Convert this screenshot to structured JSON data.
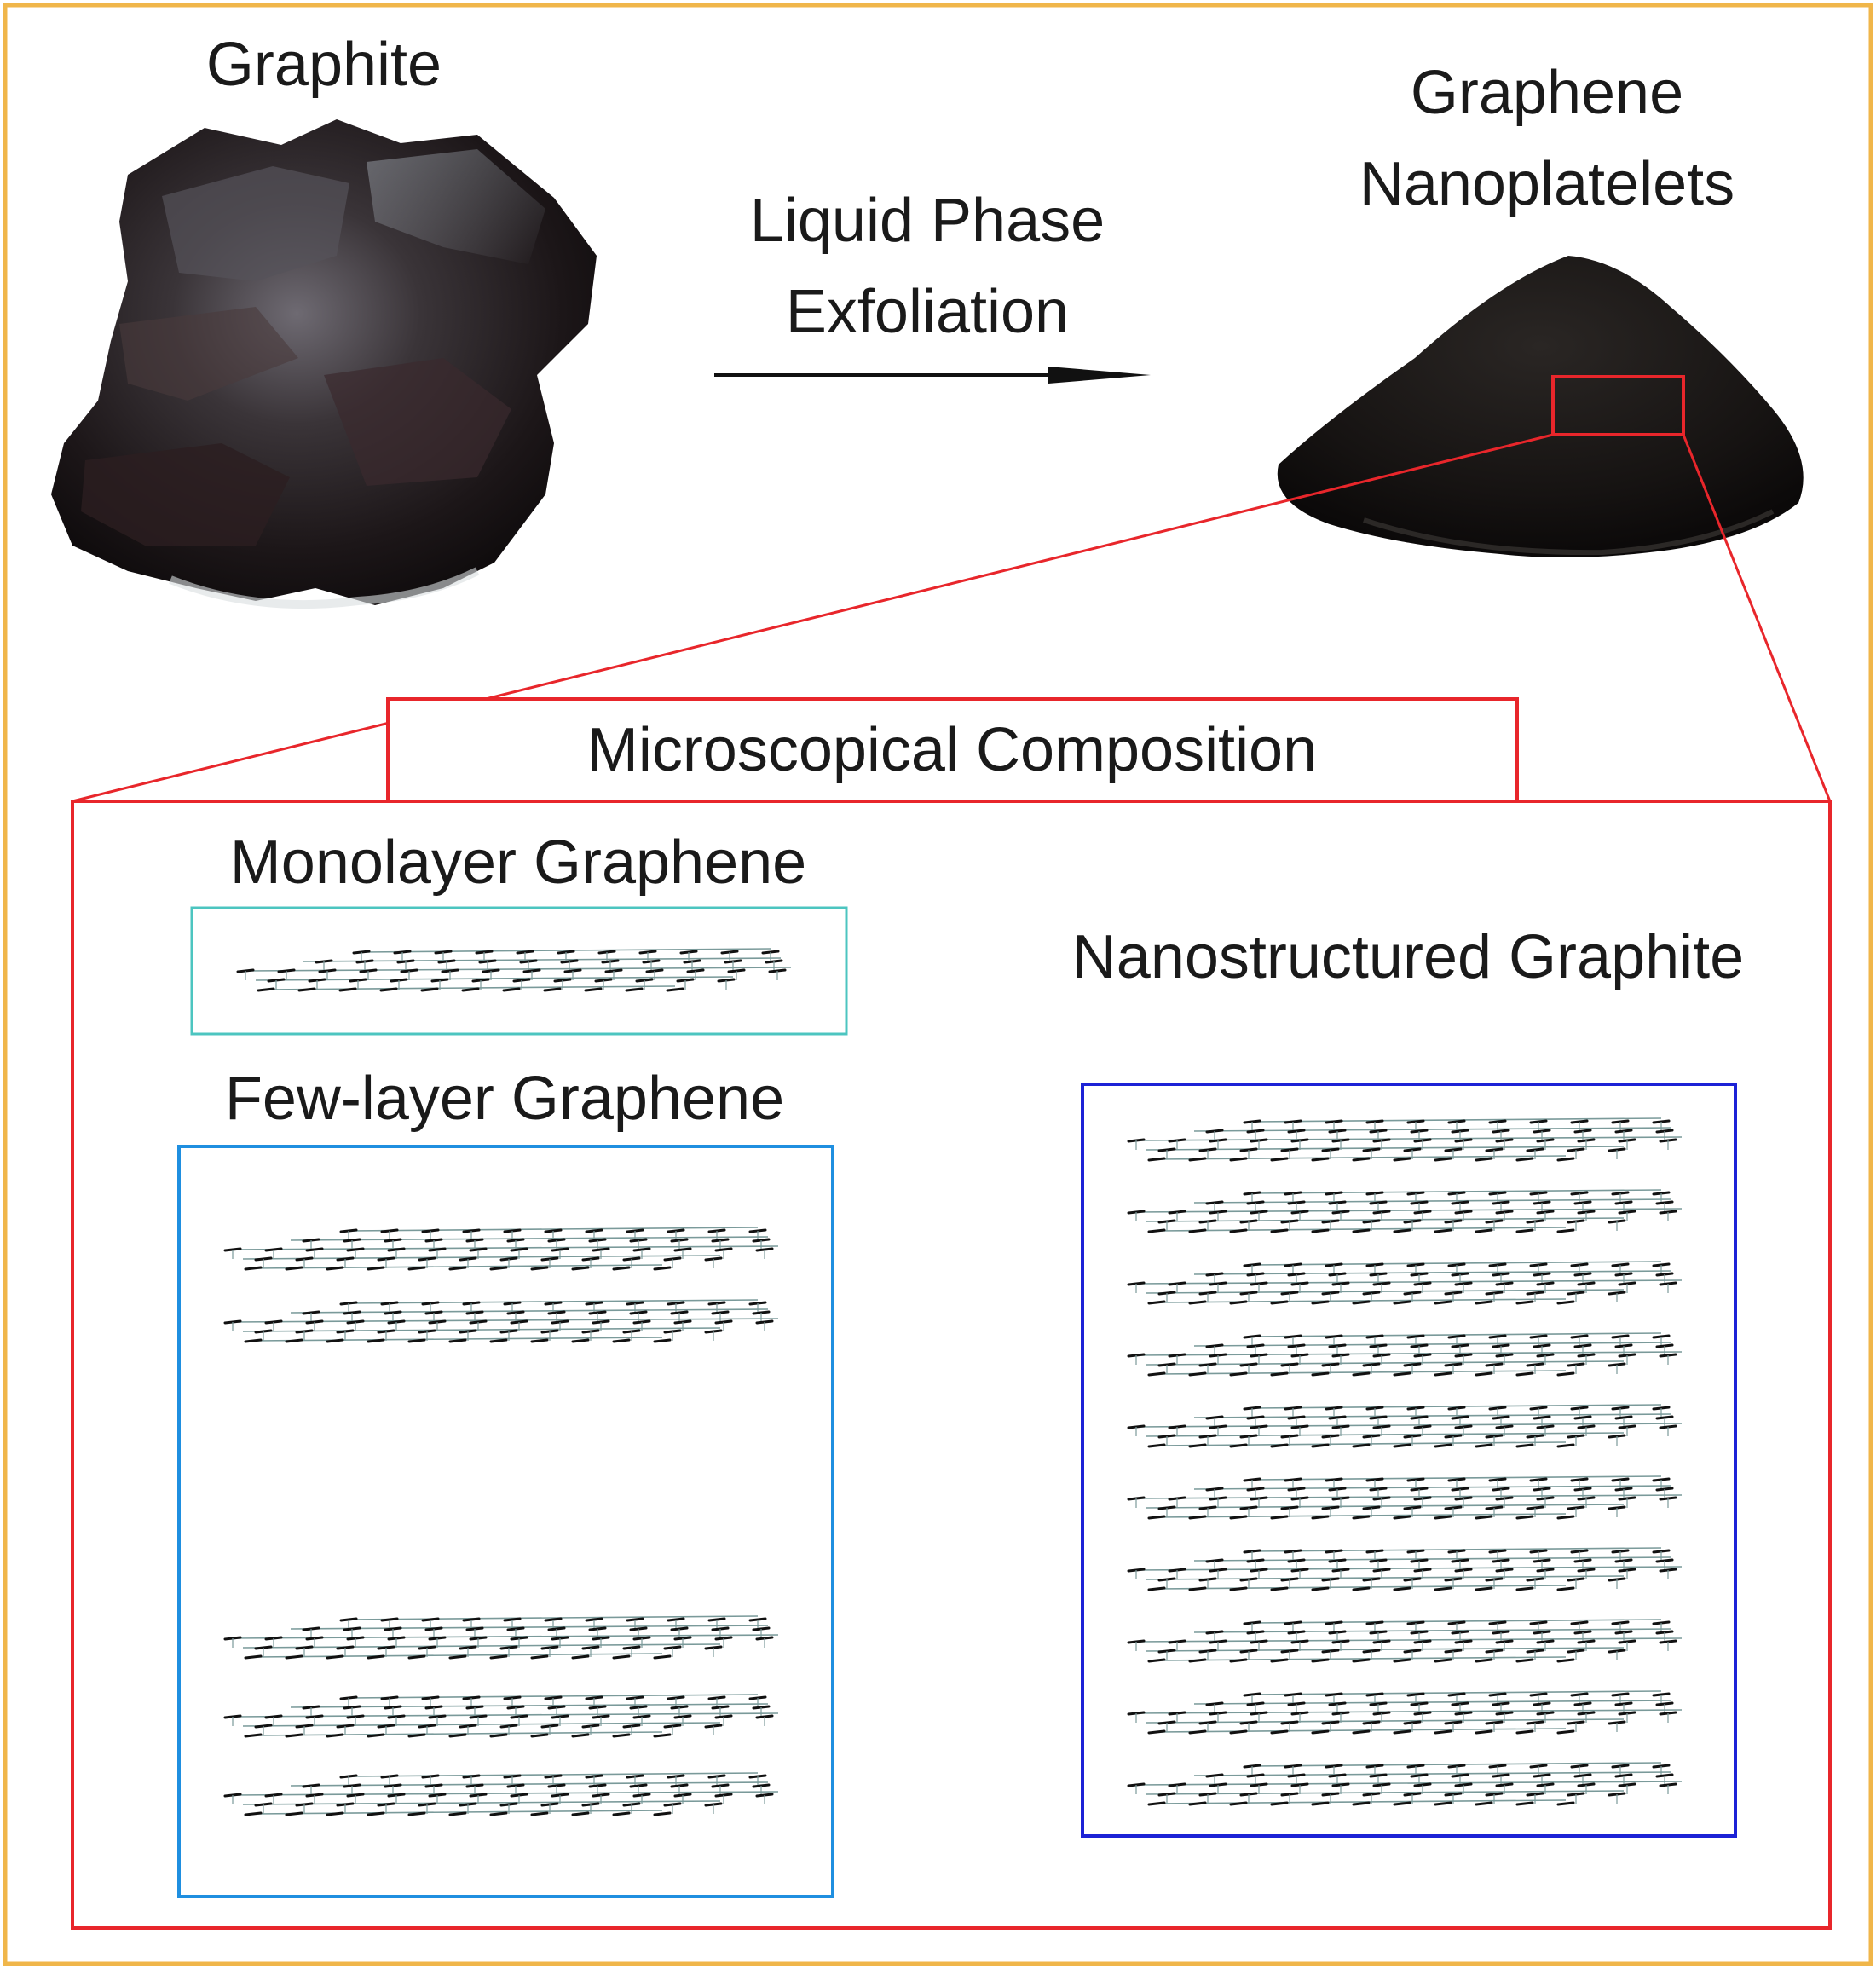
{
  "labels": {
    "graphite": "Graphite",
    "process_line1": "Liquid Phase",
    "process_line2": "Exfoliation",
    "product_line1": "Graphene",
    "product_line2": "Nanoplatelets",
    "composition_title": "Microscopical Composition",
    "monolayer": "Monolayer Graphene",
    "few_layer": "Few-layer Graphene",
    "nanostructured": "Nanostructured Graphite"
  },
  "layers": {
    "monolayer_count": 1,
    "few_layer_groups": [
      2,
      3
    ],
    "nanostructured_count": 10
  },
  "colors": {
    "frame": "#f0b64a",
    "zoom": "#e8262b",
    "monolayer_box": "#4cc5c0",
    "few_layer_box": "#1f8fe0",
    "nanostructured_box": "#1c22d6",
    "text": "#1a1a1a",
    "lattice_bond": "#7a9a9a",
    "lattice_atom": "#111111"
  }
}
